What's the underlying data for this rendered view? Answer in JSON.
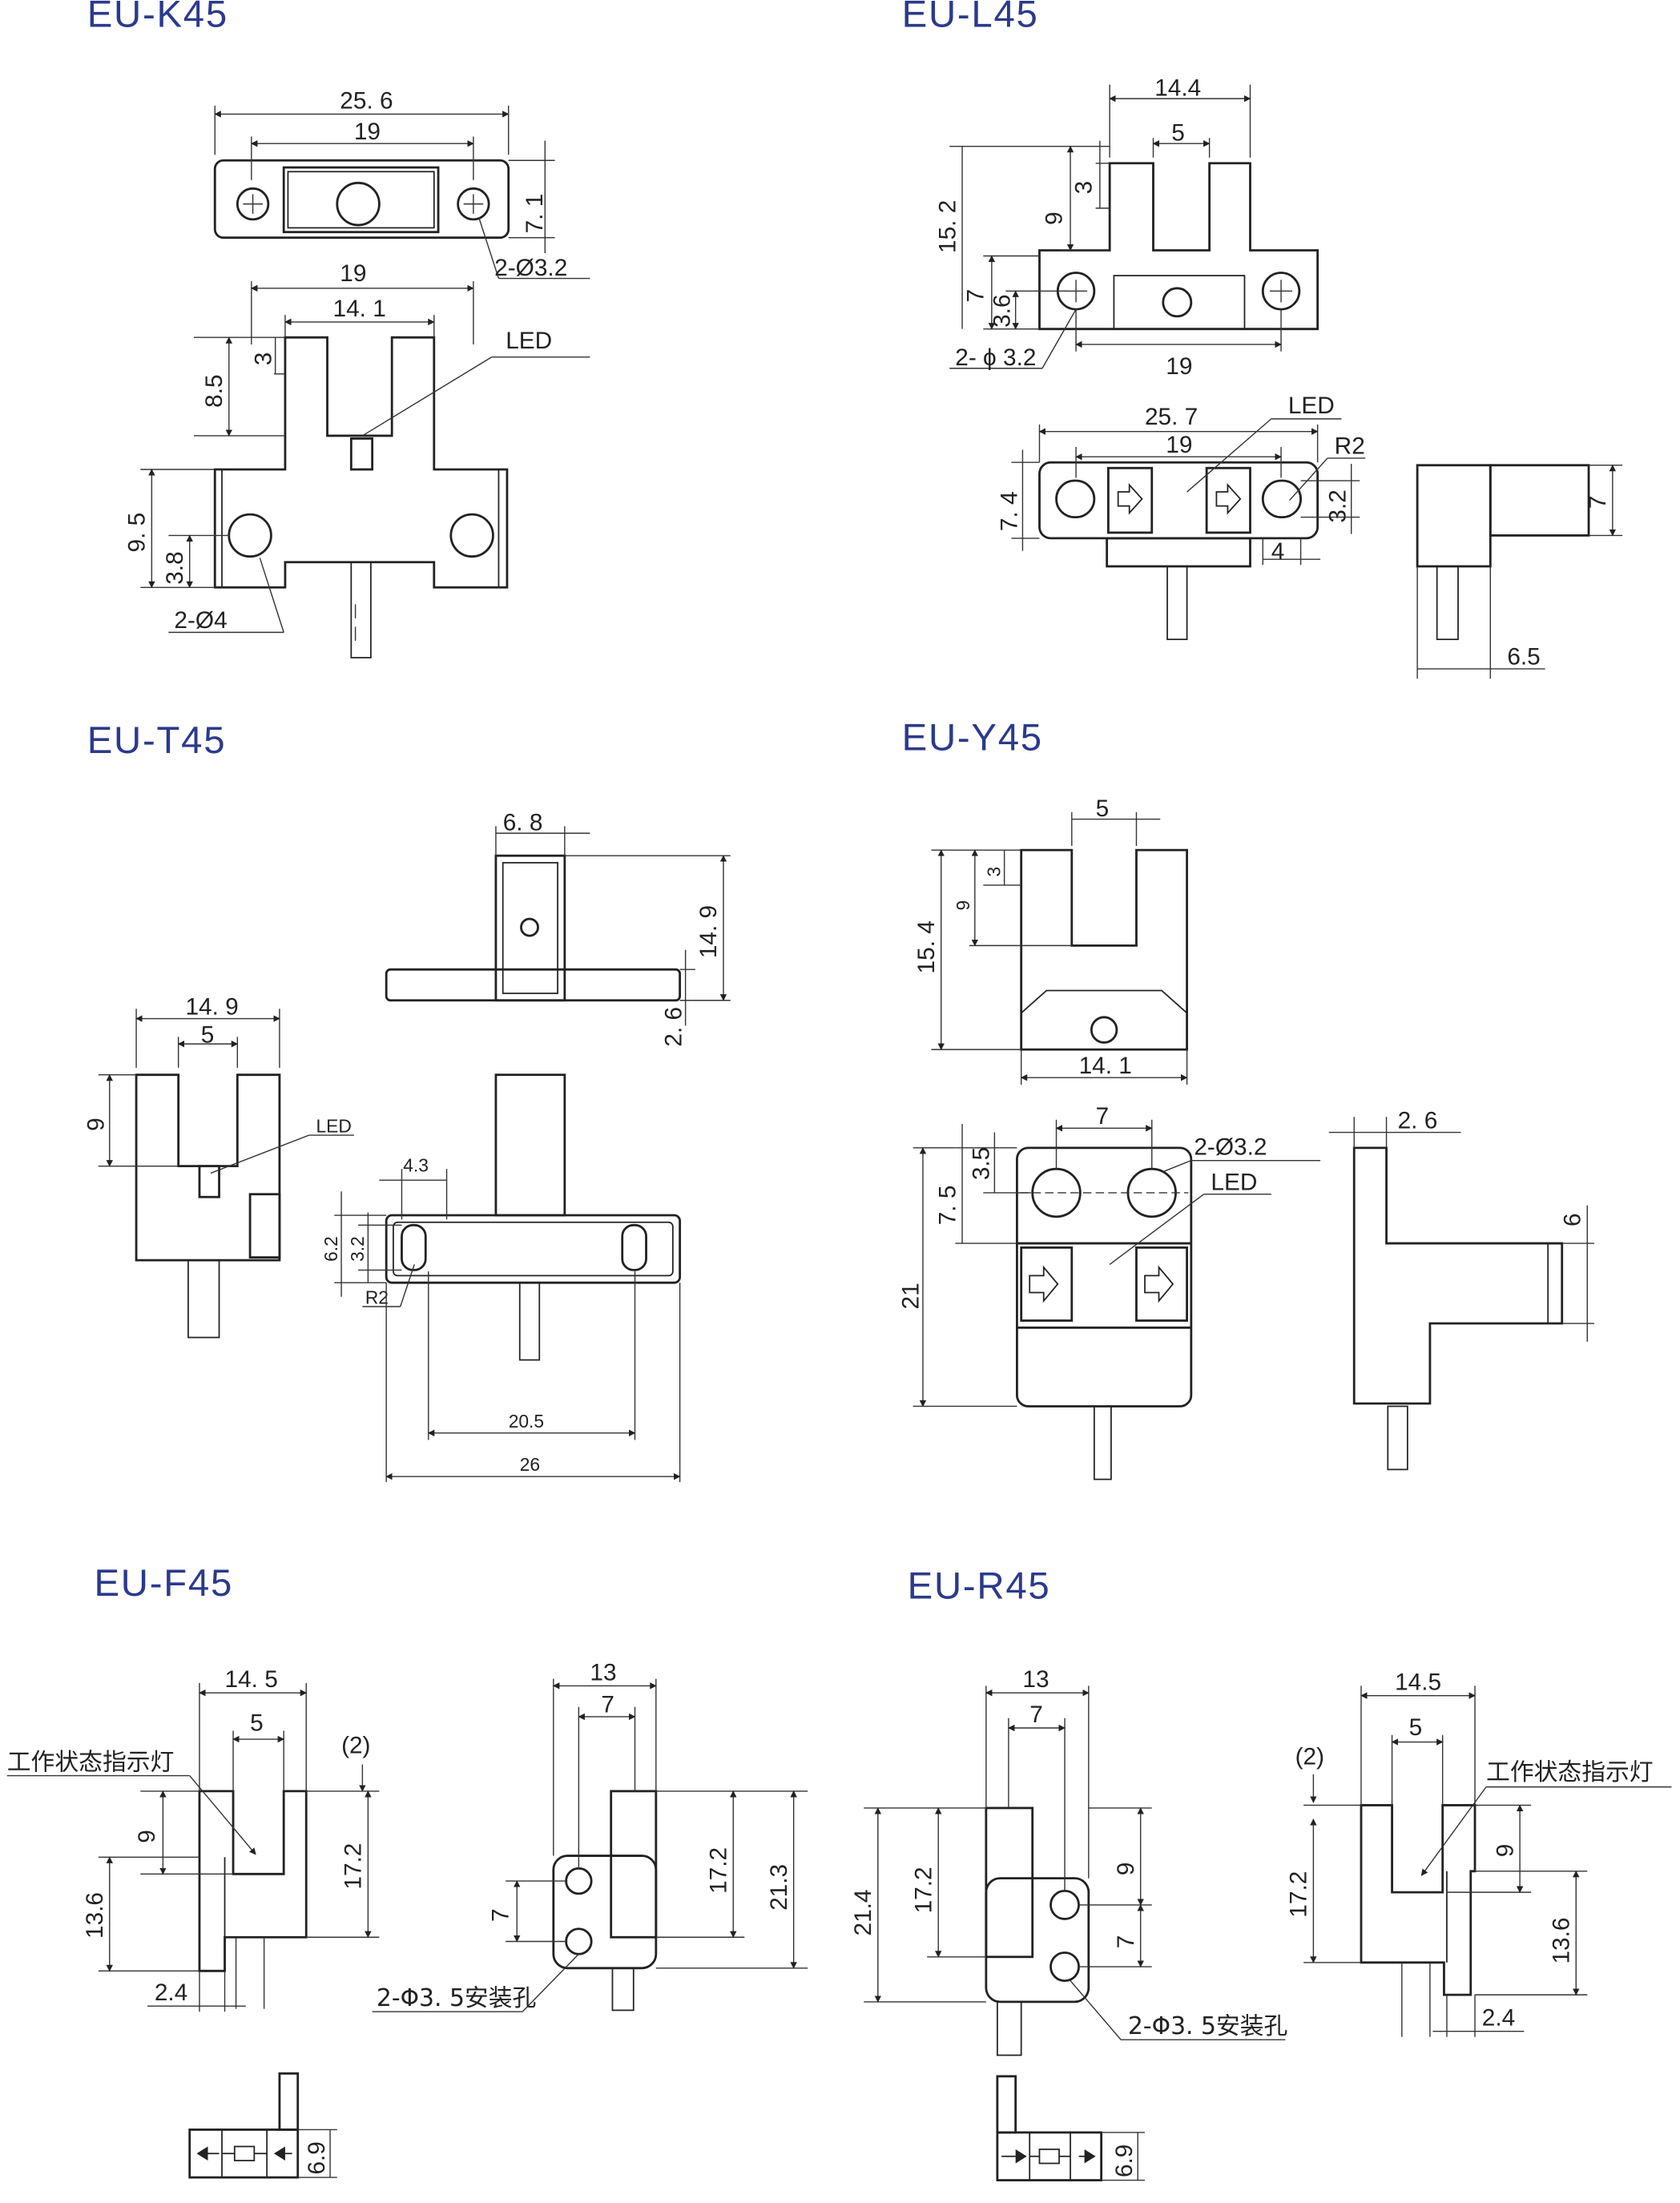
{
  "panels": {
    "k45": {
      "title": "EU-K45",
      "dims": {
        "d1": "25. 6",
        "d2": "19",
        "d3": "7. 1",
        "d4": "2-Ø3.2",
        "d5": "19",
        "d6": "14. 1",
        "d7": "LED",
        "d8": "8.5",
        "d9": "3",
        "d10": "9. 5",
        "d11": "3.8",
        "d12": "2-Ø4"
      }
    },
    "l45": {
      "title": "EU-L45",
      "dims": {
        "d1": "14.4",
        "d2": "5",
        "d3": "15. 2",
        "d4": "9",
        "d5": "3",
        "d6": "7",
        "d7": "3.6",
        "d8": "2- ϕ 3.2",
        "d9": "19",
        "d10": "25. 7",
        "d11": "LED",
        "d12": "19",
        "d13": "R2",
        "d14": "7. 4",
        "d15": "3.2",
        "d16": "4",
        "d17": "7",
        "d18": "6.5"
      }
    },
    "t45": {
      "title": "EU-T45",
      "dims": {
        "d1": "6. 8",
        "d2": "14. 9",
        "d3": "2. 6",
        "d4": "14. 9",
        "d5": "5",
        "d6": "9",
        "d7": "LED",
        "d8": "4.3",
        "d9": "6.2",
        "d10": "3.2",
        "d11": "R2",
        "d12": "20.5",
        "d13": "26"
      }
    },
    "y45": {
      "title": "EU-Y45",
      "dims": {
        "d1": "5",
        "d2": "3",
        "d3": "9",
        "d4": "15. 4",
        "d5": "14. 1",
        "d6": "7",
        "d7": "2-Ø3.2",
        "d8": "3.5",
        "d9": "7. 5",
        "d10": "LED",
        "d11": "21",
        "d12": "2. 6",
        "d13": "6"
      }
    },
    "f45": {
      "title": "EU-F45",
      "dims": {
        "d1": "14. 5",
        "d2": "5",
        "d3": "(2)",
        "d4": "工作状态指示灯",
        "d5": "9",
        "d6": "17.2",
        "d7": "13.6",
        "d8": "2.4",
        "d9": "13",
        "d10": "7",
        "d11": "17.2",
        "d12": "21.3",
        "d13": "7",
        "d14": "2-Φ3. 5安装孔",
        "d15": "6.9"
      }
    },
    "r45": {
      "title": "EU-R45",
      "dims": {
        "d1": "13",
        "d2": "7",
        "d3": "21.4",
        "d4": "17.2",
        "d5": "9",
        "d6": "7",
        "d7": "2-Φ3. 5安装孔",
        "d8": "6.9",
        "d9": "14.5",
        "d10": "5",
        "d11": "(2)",
        "d12": "工作状态指示灯",
        "d13": "17.2",
        "d14": "9",
        "d15": "13.6",
        "d16": "2.4"
      }
    }
  }
}
